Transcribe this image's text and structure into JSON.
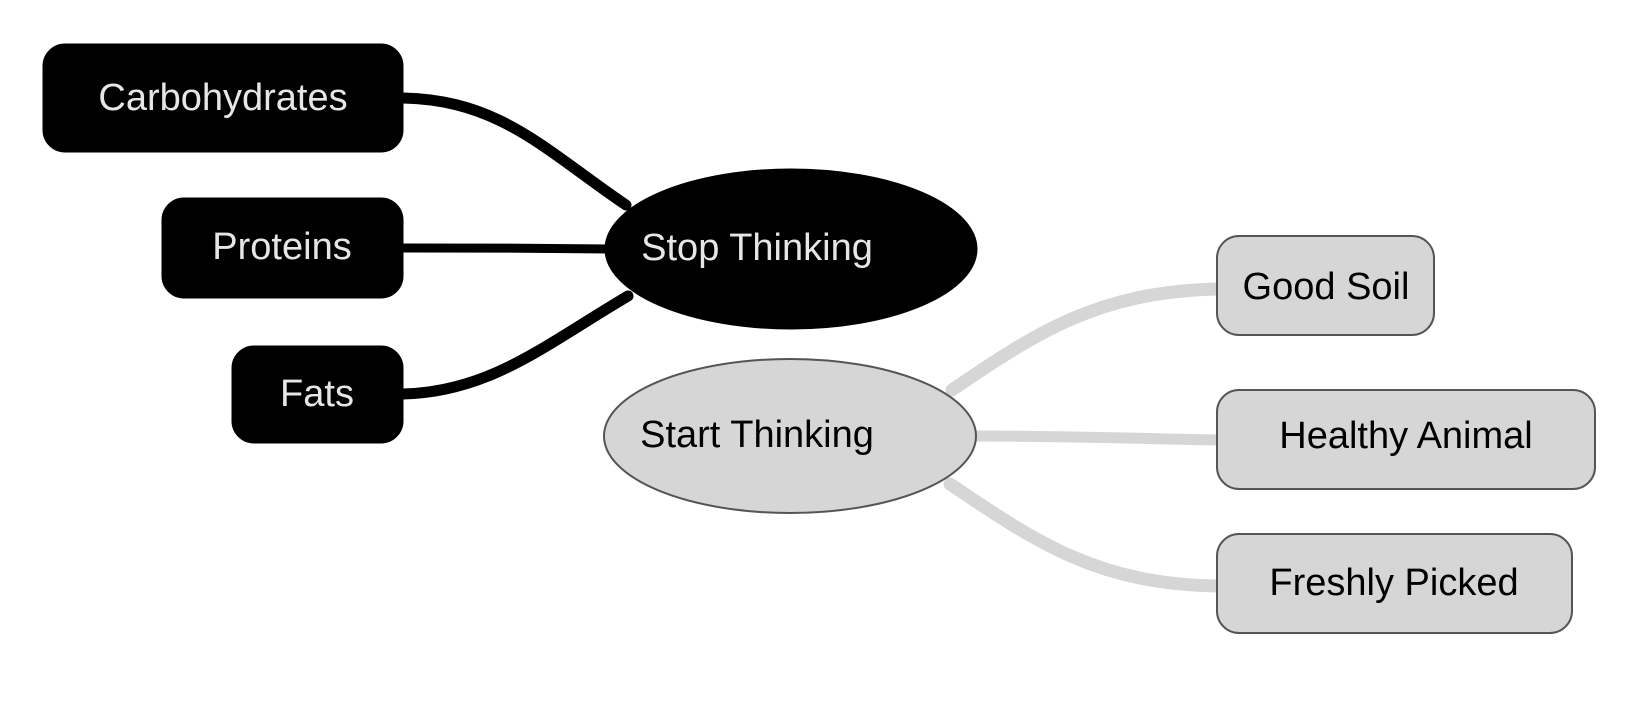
{
  "diagram": {
    "type": "mind-map",
    "background_color": "#ffffff",
    "branches": [
      {
        "id": "stop-thinking",
        "hub_label": "Stop Thinking",
        "shape": "ellipse",
        "fill_color": "#000000",
        "text_color": "#e6e6e6",
        "edge_color": "#000000",
        "side": "left",
        "children": [
          {
            "id": "carbohydrates",
            "label": "Carbohydrates"
          },
          {
            "id": "proteins",
            "label": "Proteins"
          },
          {
            "id": "fats",
            "label": "Fats"
          }
        ]
      },
      {
        "id": "start-thinking",
        "hub_label": "Start Thinking",
        "shape": "ellipse",
        "fill_color": "#d6d6d6",
        "text_color": "#000000",
        "border_color": "#555555",
        "edge_color": "#d6d6d6",
        "side": "right",
        "children": [
          {
            "id": "good-soil",
            "label": "Good Soil"
          },
          {
            "id": "healthy-animal",
            "label": "Healthy Animal"
          },
          {
            "id": "freshly-picked",
            "label": "Freshly Picked"
          }
        ]
      }
    ],
    "nodes": {
      "carbohydrates": "Carbohydrates",
      "proteins": "Proteins",
      "fats": "Fats",
      "stop_thinking": "Stop Thinking",
      "start_thinking": "Start Thinking",
      "good_soil": "Good Soil",
      "healthy_animal": "Healthy Animal",
      "freshly_picked": "Freshly Picked"
    }
  }
}
